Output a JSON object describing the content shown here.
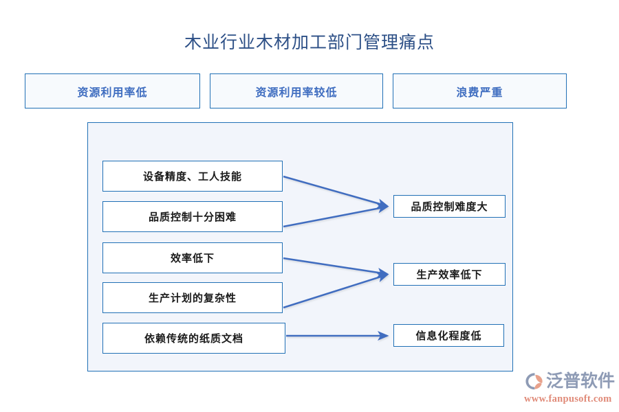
{
  "page": {
    "title": "木业行业木材加工部门管理痛点"
  },
  "colors": {
    "title_text": "#2c4f86",
    "box_border": "#1f6fb5",
    "top_box_text": "#3f6dc0",
    "top_box_fill": "#f7fafd",
    "panel_fill": "#f2f5fb",
    "inner_box_fill": "#ffffff",
    "inner_box_text": "#1a1a1a",
    "arrow": "#3f6dc0",
    "logo_name": "#8e9bb5",
    "logo_url": "#e08a78"
  },
  "top_row": {
    "boxes": [
      {
        "label": "资源利用率低"
      },
      {
        "label": "资源利用率较低"
      },
      {
        "label": "浪费严重"
      }
    ]
  },
  "diagram": {
    "causes": [
      {
        "label": "设备精度、工人技能"
      },
      {
        "label": "品质控制十分困难"
      },
      {
        "label": "效率低下"
      },
      {
        "label": "生产计划的复杂性"
      },
      {
        "label": "依赖传统的纸质文档"
      }
    ],
    "effects": [
      {
        "label": "品质控制难度大"
      },
      {
        "label": "生产效率低下"
      },
      {
        "label": "信息化程度低"
      }
    ],
    "connections": [
      {
        "from": "设备精度、工人技能",
        "to": "品质控制难度大"
      },
      {
        "from": "品质控制十分困难",
        "to": "品质控制难度大"
      },
      {
        "from": "效率低下",
        "to": "生产效率低下"
      },
      {
        "from": "生产计划的复杂性",
        "to": "生产效率低下"
      },
      {
        "from": "依赖传统的纸质文档",
        "to": "信息化程度低"
      }
    ]
  },
  "watermark": {
    "name": "泛普软件",
    "url": "www.fanpusoft.com",
    "mark_icon": "leaf-circle-logo-icon"
  }
}
